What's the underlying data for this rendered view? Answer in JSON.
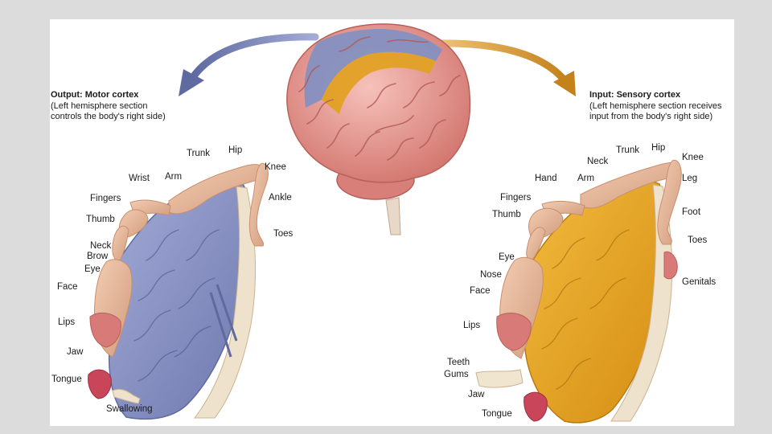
{
  "motor": {
    "title": "Output: Motor cortex",
    "line1": "(Left hemisphere section",
    "line2": "controls the body's right side)",
    "labels": {
      "trunk": "Trunk",
      "hip": "Hip",
      "knee": "Knee",
      "wrist": "Wrist",
      "arm": "Arm",
      "ankle": "Ankle",
      "fingers": "Fingers",
      "thumb": "Thumb",
      "toes": "Toes",
      "neck": "Neck",
      "brow": "Brow",
      "eye": "Eye",
      "face": "Face",
      "lips": "Lips",
      "jaw": "Jaw",
      "tongue": "Tongue",
      "swallowing": "Swallowing"
    }
  },
  "sensory": {
    "title": "Input: Sensory cortex",
    "line1": "(Left hemisphere section receives",
    "line2": "input from the body's right side)",
    "labels": {
      "trunk": "Trunk",
      "hip": "Hip",
      "knee": "Knee",
      "neck": "Neck",
      "leg": "Leg",
      "hand": "Hand",
      "arm": "Arm",
      "fingers": "Fingers",
      "thumb": "Thumb",
      "foot": "Foot",
      "toes": "Toes",
      "eye": "Eye",
      "nose": "Nose",
      "genitals": "Genitals",
      "face": "Face",
      "lips": "Lips",
      "teeth": "Teeth",
      "gums": "Gums",
      "jaw": "Jaw",
      "tongue": "Tongue"
    }
  },
  "colors": {
    "motor": "#8590c0",
    "motor_dark": "#5f6aa0",
    "sensory": "#e2a124",
    "sensory_dark": "#b97a10",
    "brain": "#e89a93",
    "brain_dark": "#b8605a",
    "skin": "#e9b99a",
    "skin_dark": "#c98e6e"
  }
}
